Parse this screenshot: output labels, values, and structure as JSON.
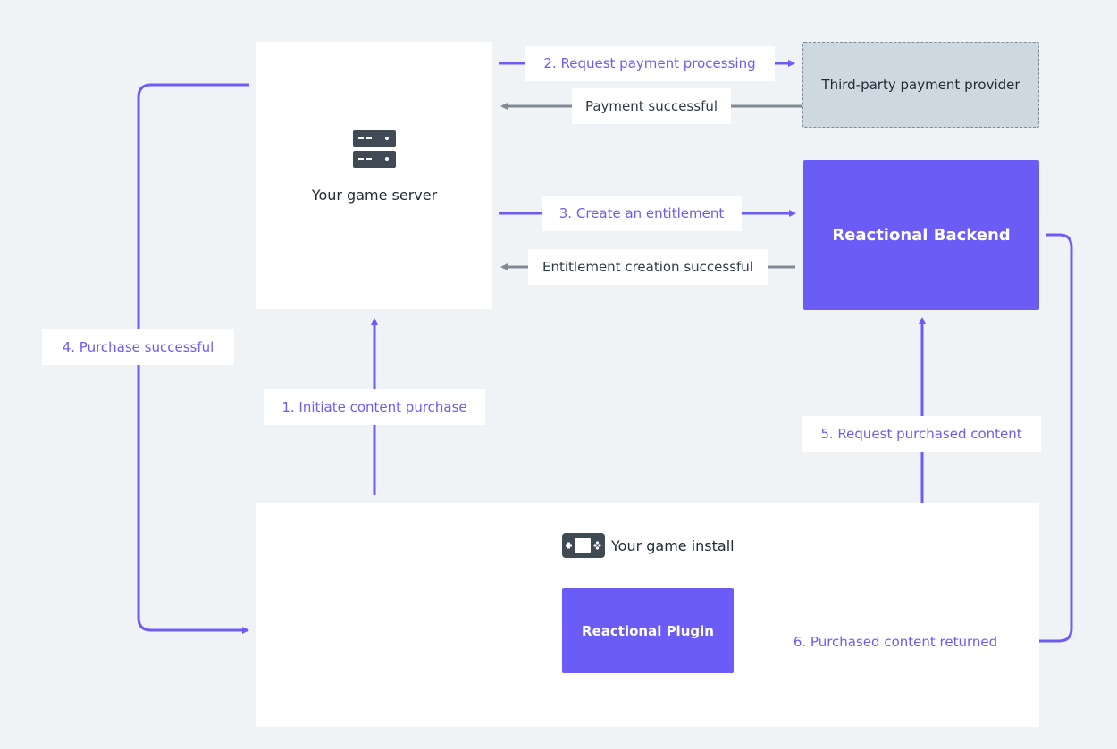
{
  "nodes": {
    "game_server": "Your game server",
    "payment_provider": "Third-party payment provider",
    "backend": "Reactional Backend",
    "game_install": "Your game install",
    "plugin": "Reactional Plugin"
  },
  "edges": {
    "request_payment": "2. Request payment processing",
    "payment_successful": "Payment successful",
    "create_entitlement": "3. Create an entitlement",
    "entitlement_success": "Entitlement creation successful",
    "purchase_successful": "4. Purchase successful",
    "initiate_purchase": "1. Initiate content purchase",
    "request_content": "5. Request purchased content",
    "content_returned": "6. Purchased content returned"
  },
  "icons": {
    "server": "server-icon",
    "gamepad": "gamepad-icon"
  },
  "colors": {
    "accent": "#6b5cf5",
    "gray_arrow": "#7f8a95",
    "background": "#f0f3f6",
    "provider_fill": "#ced8e0"
  }
}
